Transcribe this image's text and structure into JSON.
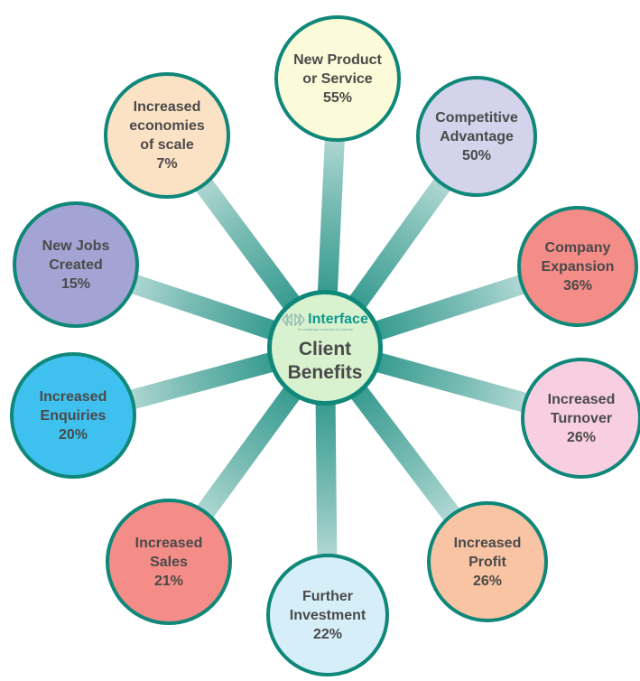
{
  "hub": {
    "logo_text": "Interface",
    "logo_tagline": "The knowledge connection for business",
    "title_lines": [
      "Client",
      "Benefits"
    ]
  },
  "benefits": [
    {
      "id": "new-product-or-service",
      "lines": [
        "New Product",
        "or Service",
        "55%"
      ],
      "fill": "#fbfbd9"
    },
    {
      "id": "competitive-advantage",
      "lines": [
        "Competitive",
        "Advantage",
        "50%"
      ],
      "fill": "#d3d3ec"
    },
    {
      "id": "company-expansion",
      "lines": [
        "Company",
        "Expansion",
        "36%"
      ],
      "fill": "#f48c88"
    },
    {
      "id": "increased-turnover",
      "lines": [
        "Increased",
        "Turnover",
        "26%"
      ],
      "fill": "#f8cfe0"
    },
    {
      "id": "increased-profit",
      "lines": [
        "Increased",
        "Profit",
        "26%"
      ],
      "fill": "#f8c4a3"
    },
    {
      "id": "further-investment",
      "lines": [
        "Further",
        "Investment",
        "22%"
      ],
      "fill": "#d6eef7"
    },
    {
      "id": "increased-sales",
      "lines": [
        "Increased",
        "Sales",
        "21%"
      ],
      "fill": "#f48c88"
    },
    {
      "id": "increased-enquiries",
      "lines": [
        "Increased",
        "Enquiries",
        "20%"
      ],
      "fill": "#3fc1ef"
    },
    {
      "id": "new-jobs-created",
      "lines": [
        "New Jobs",
        "Created",
        "15%"
      ],
      "fill": "#a3a3d4"
    },
    {
      "id": "increased-economies-of-scale",
      "lines": [
        "Increased",
        "economies",
        "of scale",
        "7%"
      ],
      "fill": "#fce2c4"
    }
  ],
  "colors": {
    "border": "#0f8779",
    "spoke": "#0f8779",
    "hub_fill": "#d8f1cf",
    "text": "#4a4a4a",
    "logo": "#0f9a8c"
  }
}
